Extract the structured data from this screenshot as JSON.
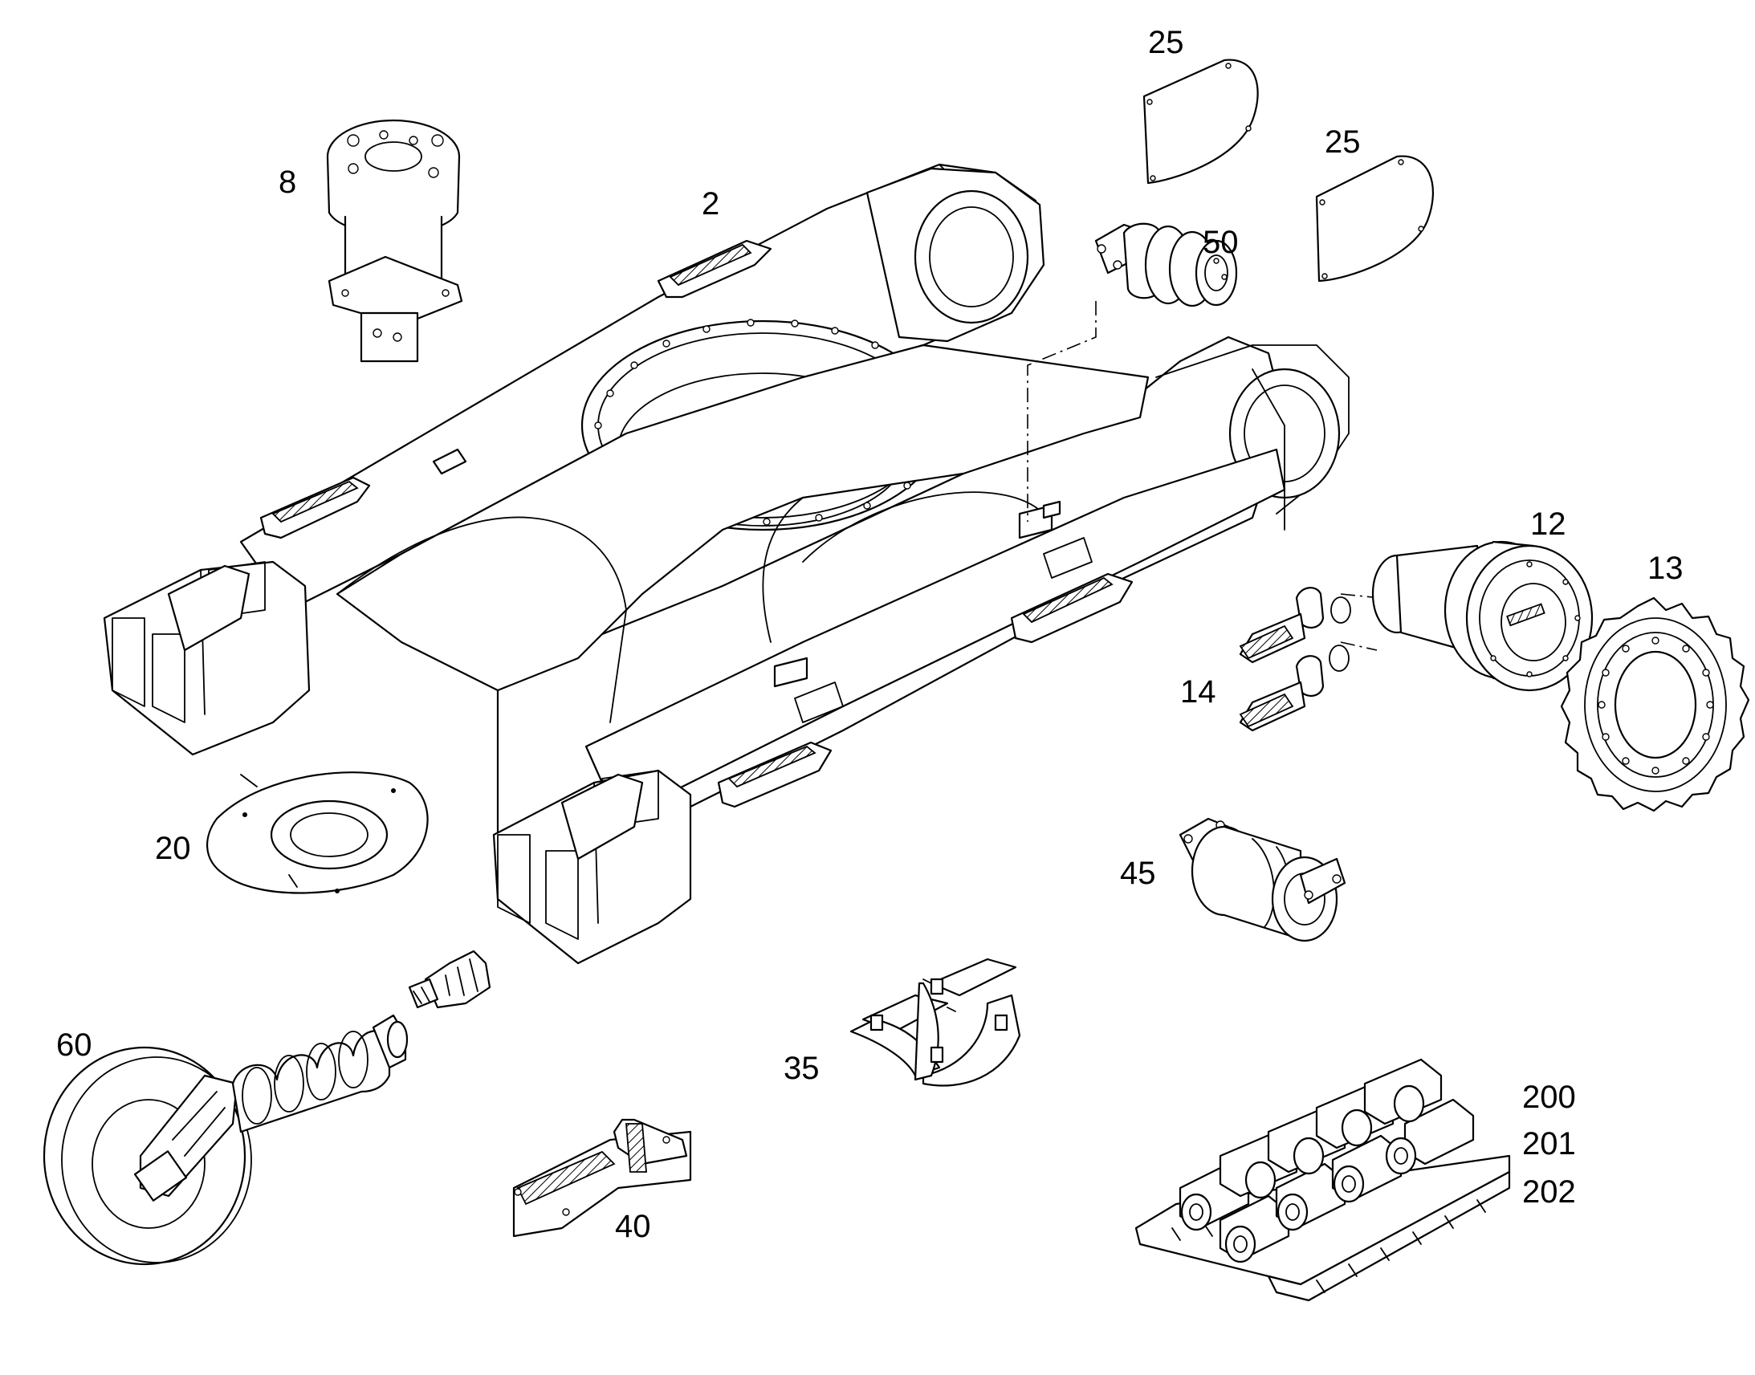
{
  "diagram": {
    "callouts": {
      "c2": "2",
      "c8": "8",
      "c12": "12",
      "c13": "13",
      "c14": "14",
      "c20": "20",
      "c25a": "25",
      "c25b": "25",
      "c35": "35",
      "c40": "40",
      "c45": "45",
      "c50": "50",
      "c60": "60",
      "c200": "200",
      "c201": "201",
      "c202": "202"
    }
  }
}
